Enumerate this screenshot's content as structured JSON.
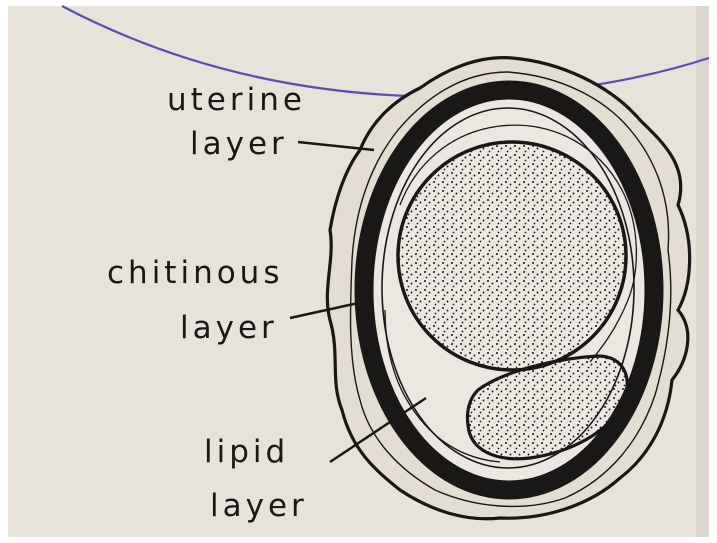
{
  "labels": {
    "uterine": [
      "uterine",
      "layer"
    ],
    "chitinous": [
      "chitinous",
      "layer"
    ],
    "lipid": [
      "lipid",
      "layer"
    ]
  },
  "colors": {
    "paper": "#e8e3da",
    "ink": "#1a1816",
    "pen_line": "#5a4fb0",
    "yolk_fill": "#f1ede6"
  }
}
